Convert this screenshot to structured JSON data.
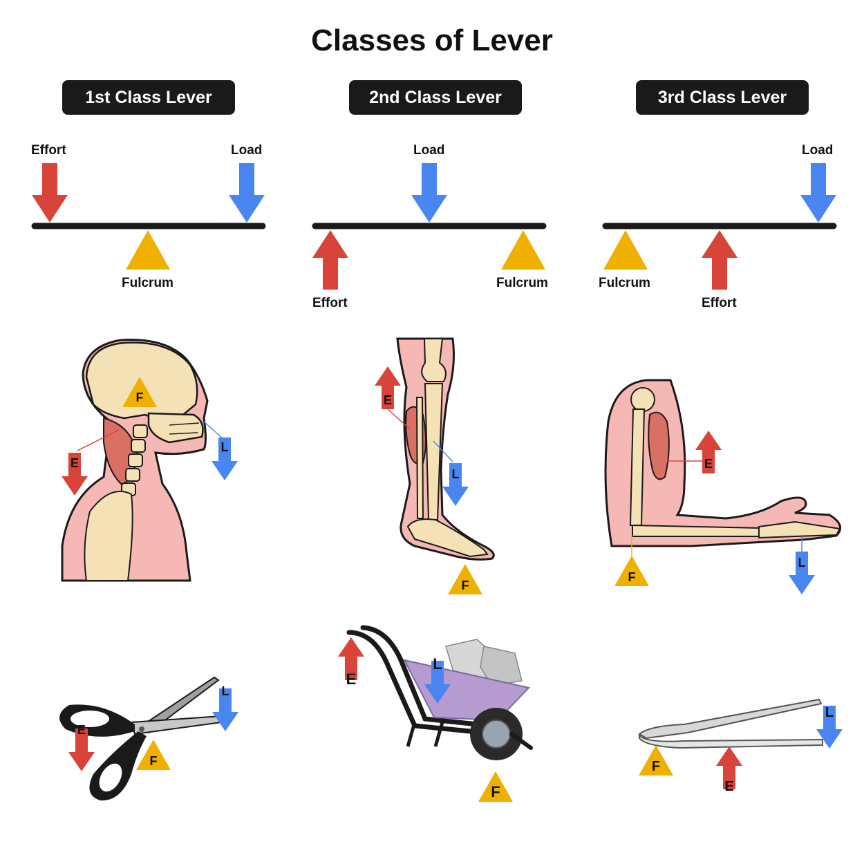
{
  "title": "Classes of Lever",
  "classes": [
    {
      "name": "1st Class Lever",
      "labels": {
        "effort": "Effort",
        "load": "Load",
        "fulcrum": "Fulcrum"
      }
    },
    {
      "name": "2nd Class Lever",
      "labels": {
        "effort": "Effort",
        "load": "Load",
        "fulcrum": "Fulcrum"
      }
    },
    {
      "name": "3rd Class Lever",
      "labels": {
        "effort": "Effort",
        "load": "Load",
        "fulcrum": "Fulcrum"
      }
    }
  ],
  "markers": {
    "effort": "E",
    "load": "L",
    "fulcrum": "F"
  },
  "colors": {
    "effort": "#d9443a",
    "load": "#4a86f0",
    "fulcrum": "#f0b000",
    "beam": "#1a1a1a",
    "badge": "#1a1a1a",
    "bone": "#f4e2b6",
    "skin": "#f5b8b4",
    "muscle": "#d97063"
  }
}
